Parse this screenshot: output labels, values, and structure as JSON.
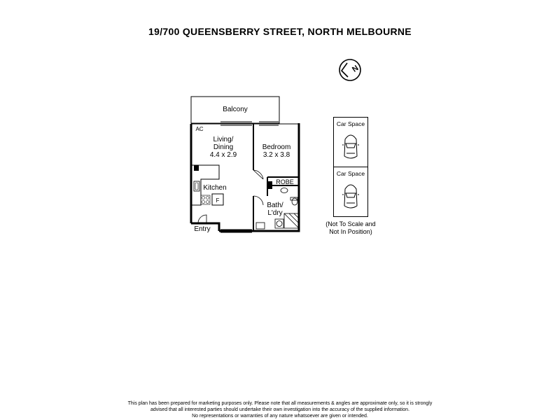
{
  "header": {
    "title": "19/700 QUEENSBERRY STREET, NORTH MELBOURNE"
  },
  "compass": {
    "icon": "north-arrow-icon",
    "letter": "N"
  },
  "rooms": {
    "balcony": "Balcony",
    "ac": "AC",
    "living_line1": "Living/",
    "living_line2": "Dining",
    "living_dims": "4.4 x 2.9",
    "bedroom": "Bedroom",
    "bedroom_dims": "3.2 x 3.8",
    "robe": "ROBE",
    "kitchen": "Kitchen",
    "fridge": "F",
    "bath_line1": "Bath/",
    "bath_line2": "L'dry",
    "entry": "Entry"
  },
  "car_spaces": {
    "space1": "Car Space",
    "space2": "Car Space",
    "note_line1": "(Not To Scale and",
    "note_line2": "Not In Position)",
    "icon": "car-icon"
  },
  "disclaimer": {
    "line1": "This plan has been prepared for marketing purposes only. Please note that all measurements & angles are approximate only, so it is strongly",
    "line2": "advised that all interested parties should undertake their own investigation into the accuracy of the supplied information.",
    "line3": "No representations or warranties of any nature whatsoever are given or intended."
  }
}
